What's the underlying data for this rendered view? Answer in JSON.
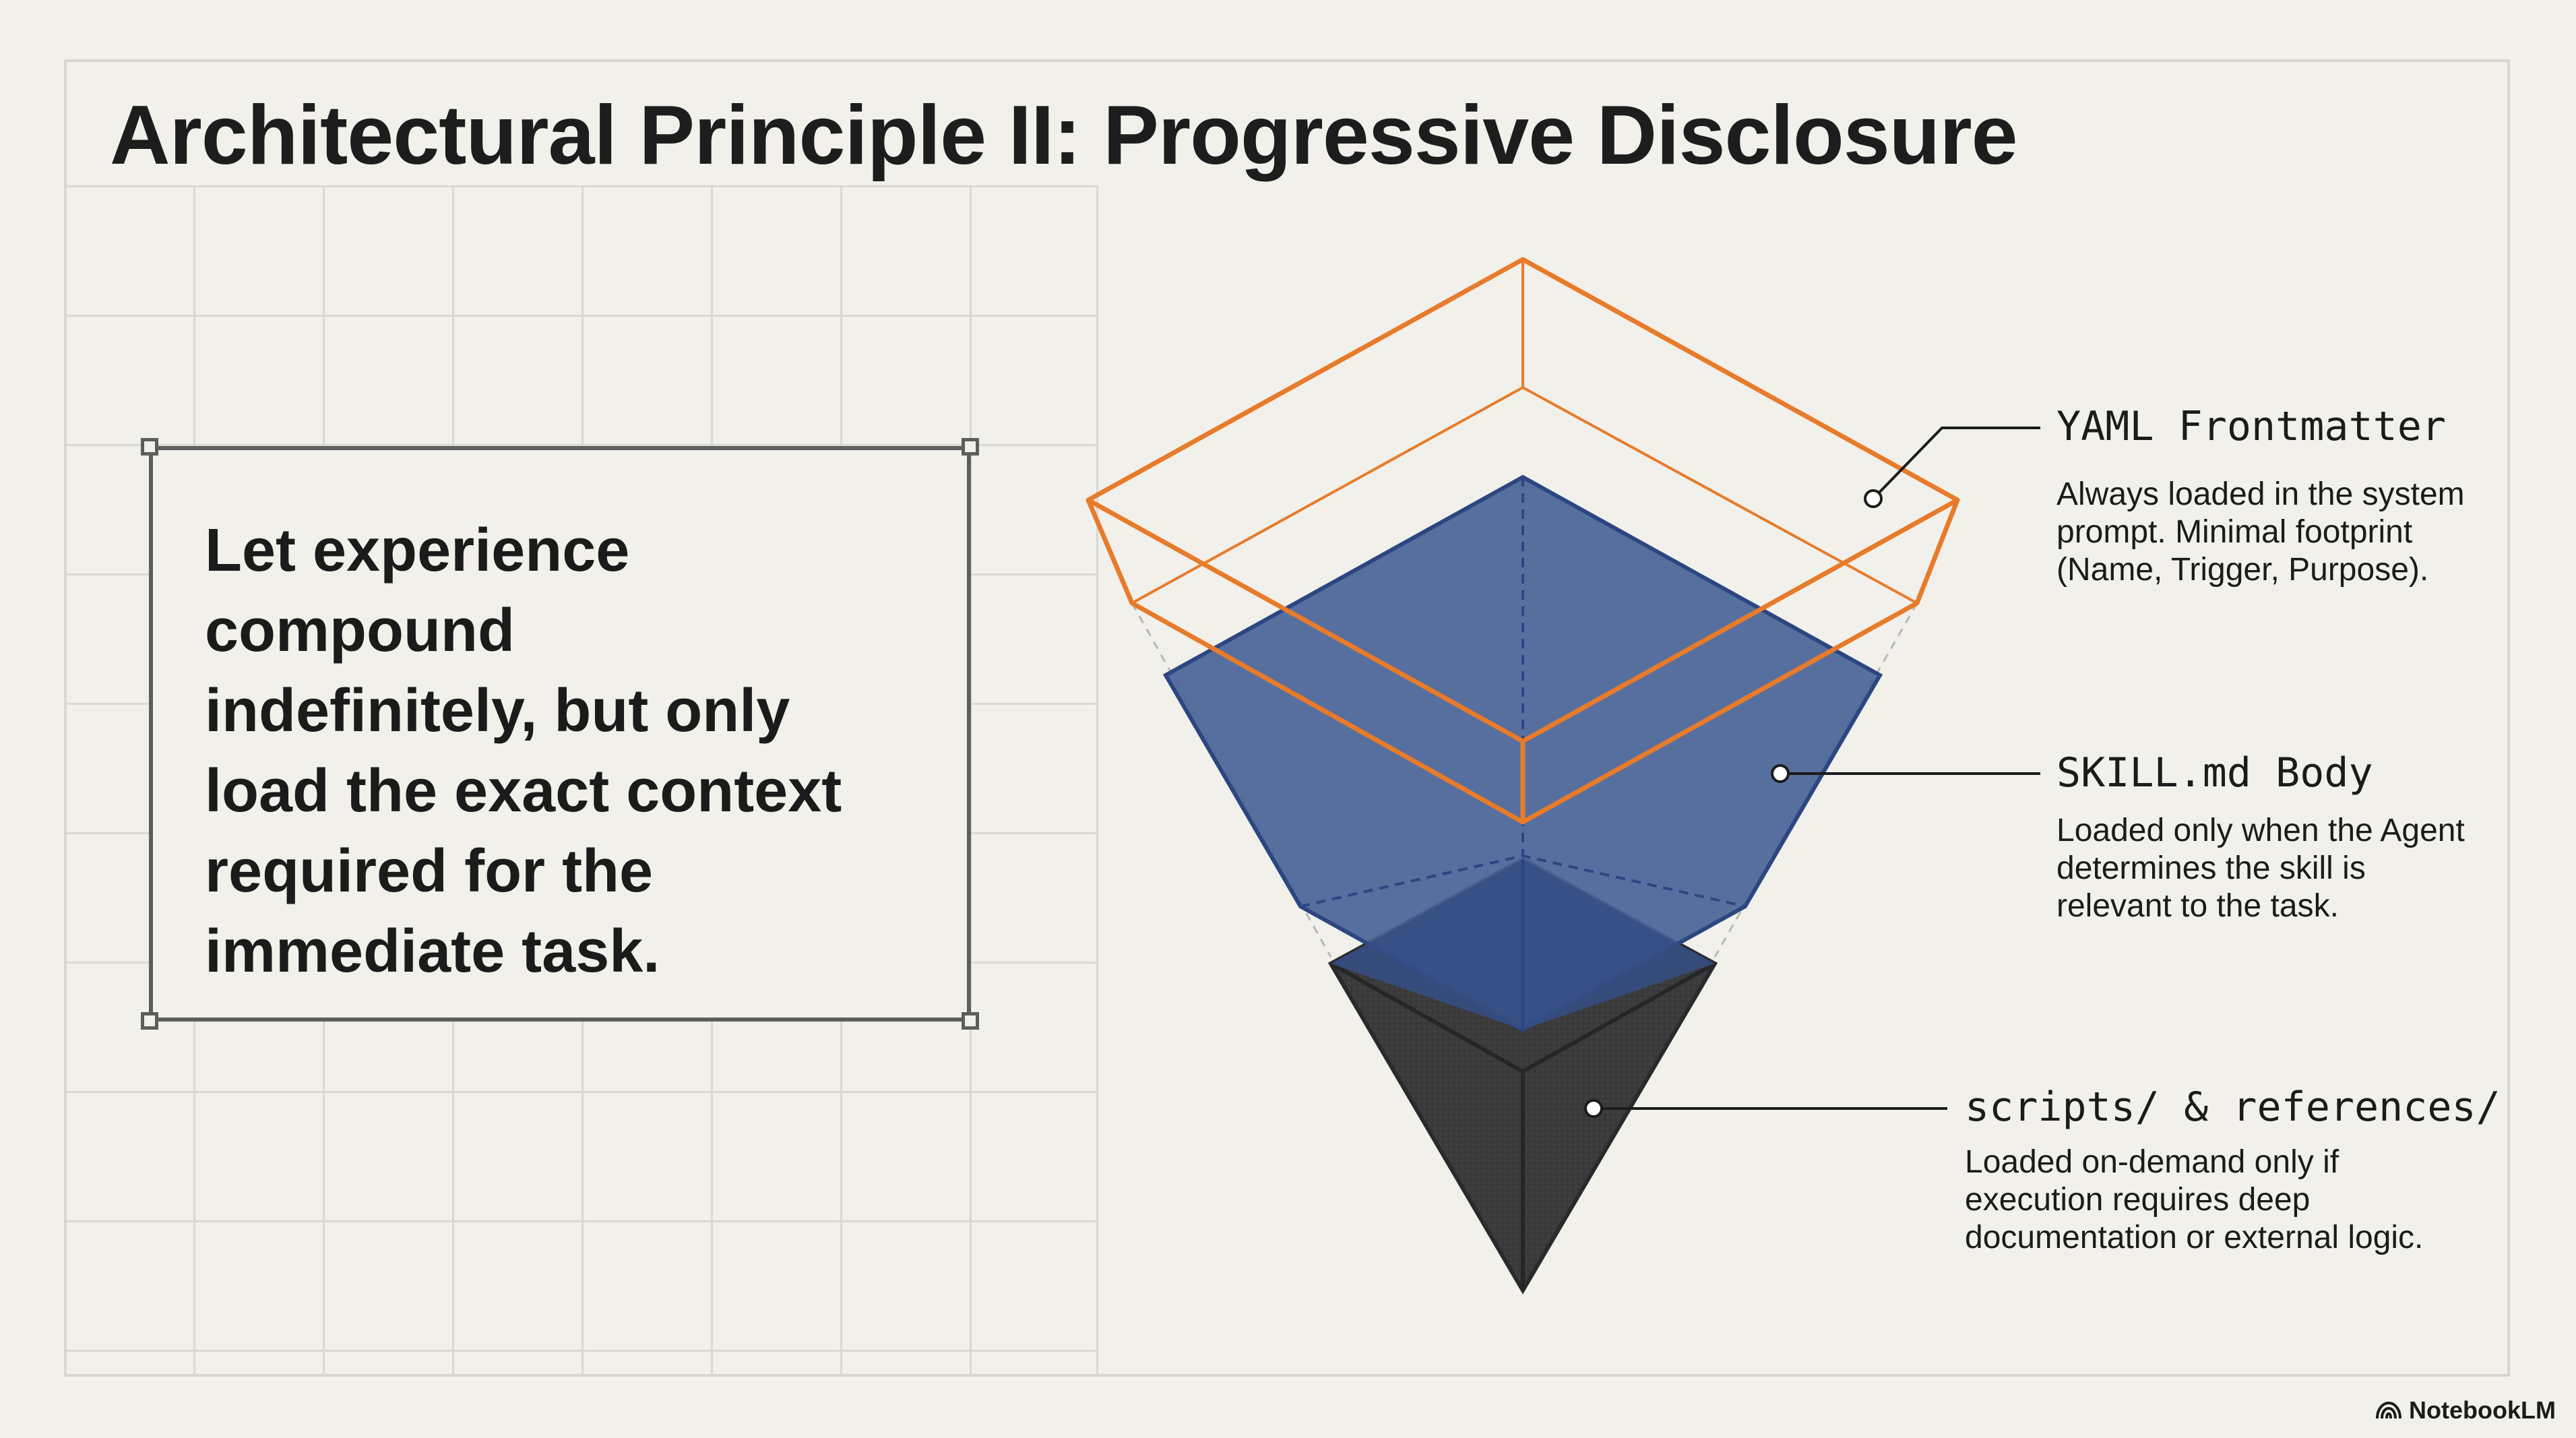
{
  "title": "Architectural Principle II: Progressive Disclosure",
  "quote": {
    "lines": [
      "Let experience",
      "compound",
      "indefinitely, but only",
      "load the exact context",
      "required for the",
      "immediate task."
    ]
  },
  "layers": [
    {
      "name": "YAML Frontmatter",
      "description_lines": [
        "Always loaded in the system",
        "prompt. Minimal footprint",
        "(Name, Trigger, Purpose)."
      ],
      "color": "#e87b2a"
    },
    {
      "name": "SKILL.md Body",
      "description_lines": [
        "Loaded only when the Agent",
        "determines the skill is",
        "relevant to the task."
      ],
      "color": "#3f5a92"
    },
    {
      "name": "scripts/ & references/",
      "description_lines": [
        "Loaded on-demand only if",
        "execution requires deep",
        "documentation or external logic."
      ],
      "color": "#3a3a3a"
    }
  ],
  "brand": {
    "name": "NotebookLM",
    "icon": "notebooklm-logo-icon"
  }
}
